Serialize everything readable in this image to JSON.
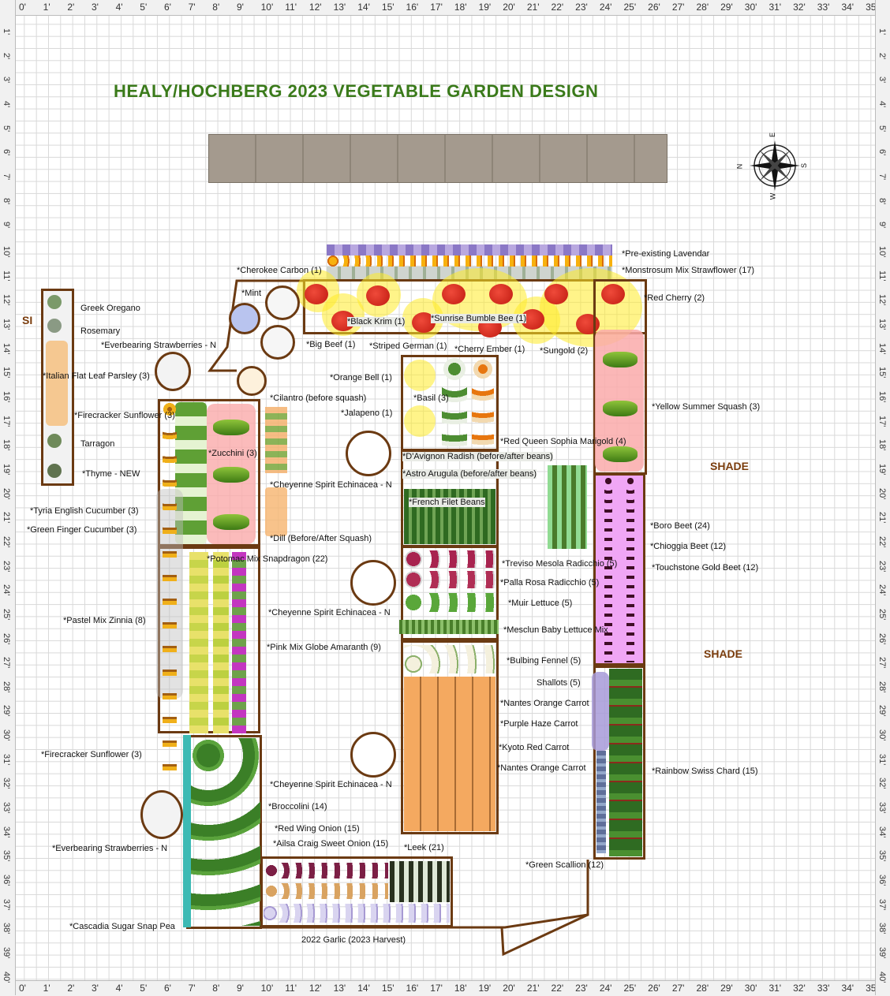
{
  "title": "HEALY/HOCHBERG 2023 VEGETABLE GARDEN DESIGN",
  "ruler": {
    "horizontal": [
      "0'",
      "1'",
      "2'",
      "3'",
      "4'",
      "5'",
      "6'",
      "7'",
      "8'",
      "9'",
      "10'",
      "11'",
      "12'",
      "13'",
      "14'",
      "15'",
      "16'",
      "17'",
      "18'",
      "19'",
      "20'",
      "21'",
      "22'",
      "23'",
      "24'",
      "25'",
      "26'",
      "27'",
      "28'",
      "29'",
      "30'",
      "31'",
      "32'",
      "33'",
      "34'",
      "35'"
    ],
    "vertical": [
      "1'",
      "2'",
      "3'",
      "4'",
      "5'",
      "6'",
      "7'",
      "8'",
      "9'",
      "10'",
      "11'",
      "12'",
      "13'",
      "14'",
      "15'",
      "16'",
      "17'",
      "18'",
      "19'",
      "20'",
      "21'",
      "22'",
      "23'",
      "24'",
      "25'",
      "26'",
      "27'",
      "28'",
      "29'",
      "30'",
      "31'",
      "32'",
      "33'",
      "34'",
      "35'",
      "36'",
      "37'",
      "38'",
      "39'",
      "40'"
    ]
  },
  "compass": {
    "n": "N",
    "e": "E",
    "s": "S",
    "w": "W"
  },
  "shade_labels": [
    "SHADE",
    "SHADE"
  ],
  "cut_label": "SI",
  "labels": {
    "pre_lavender": "*Pre-existing Lavendar",
    "strawflower": "*Monstrosum Mix Strawflower (17)",
    "cherokee": "*Cherokee Carbon (1)",
    "mint": "*Mint",
    "red_cherry": "*Red Cherry (2)",
    "greek_oregano": "Greek Oregano",
    "rosemary": "Rosemary",
    "black_krim": "*Black Krim (1)",
    "sunrise": "*Sunrise Bumble Bee (1)",
    "everbearing_top": "*Everbearing Strawberries - N",
    "big_beef": "*Big Beef (1)",
    "striped_german": "*Striped German (1)",
    "cherry_ember": "*Cherry Ember (1)",
    "sungold": "*Sungold (2)",
    "parsley": "*Italian Flat Leaf Parsley (3)",
    "orange_bell": "*Orange Bell (1)",
    "cilantro": "*Cilantro (before squash)",
    "basil": "*Basil (3)",
    "yellow_squash": "*Yellow Summer Squash (3)",
    "firecracker_top": "*Firecracker Sunflower (3)",
    "jalapeno": "*Jalapeno (1)",
    "tarragon": "Tarragon",
    "red_queen": "*Red Queen Sophia Marigold (4)",
    "zucchini": "*Zucchini (3)",
    "davignon": "*D'Avignon Radish (before/after beans)",
    "thyme": "*Thyme - NEW",
    "astro": "*Astro Arugula (before/after beans)",
    "echinacea1": "*Cheyenne Spirit Echinacea - N",
    "french_filet": "*French Filet Beans",
    "tyria": "*Tyria English Cucumber (3)",
    "boro": "*Boro Beet (24)",
    "green_finger": "*Green Finger Cucumber (3)",
    "dill": "*Dill (Before/After Squash)",
    "chioggia": "*Chioggia Beet (12)",
    "snapdragon": "*Potomac Mix Snapdragon (22)",
    "treviso": "*Treviso Mesola Radicchio (5)",
    "touchstone": "*Touchstone Gold Beet (12)",
    "palla": "*Palla Rosa Radicchio (5)",
    "muir": "*Muir Lettuce (5)",
    "echinacea2": "*Cheyenne Spirit Echinacea - N",
    "zinnia": "*Pastel Mix Zinnia (8)",
    "mesclun": "*Mesclun Baby Lettuce Mix",
    "globe_amaranth": "*Pink Mix Globe Amaranth (9)",
    "fennel": "*Bulbing Fennel (5)",
    "shallots": "Shallots (5)",
    "nantes1": "*Nantes Orange Carrot",
    "purple_haze": "*Purple Haze Carrot",
    "kyoto": "*Kyoto Red Carrot",
    "firecracker_bottom": "*Firecracker Sunflower (3)",
    "nantes2": "*Nantes Orange Carrot",
    "rainbow_chard": "*Rainbow Swiss Chard (15)",
    "echinacea3": "*Cheyenne Spirit Echinacea - N",
    "broccolini": "*Broccolini (14)",
    "red_wing": "*Red Wing Onion (15)",
    "ailsa": "*Ailsa Craig Sweet Onion (15)",
    "leek": "*Leek (21)",
    "everbearing_bottom": "*Everbearing Strawberries - N",
    "green_scallion": "*Green Scallion (12)",
    "snap_pea": "*Cascadia Sugar Snap Pea",
    "garlic": "2022 Garlic (2023 Harvest)"
  }
}
